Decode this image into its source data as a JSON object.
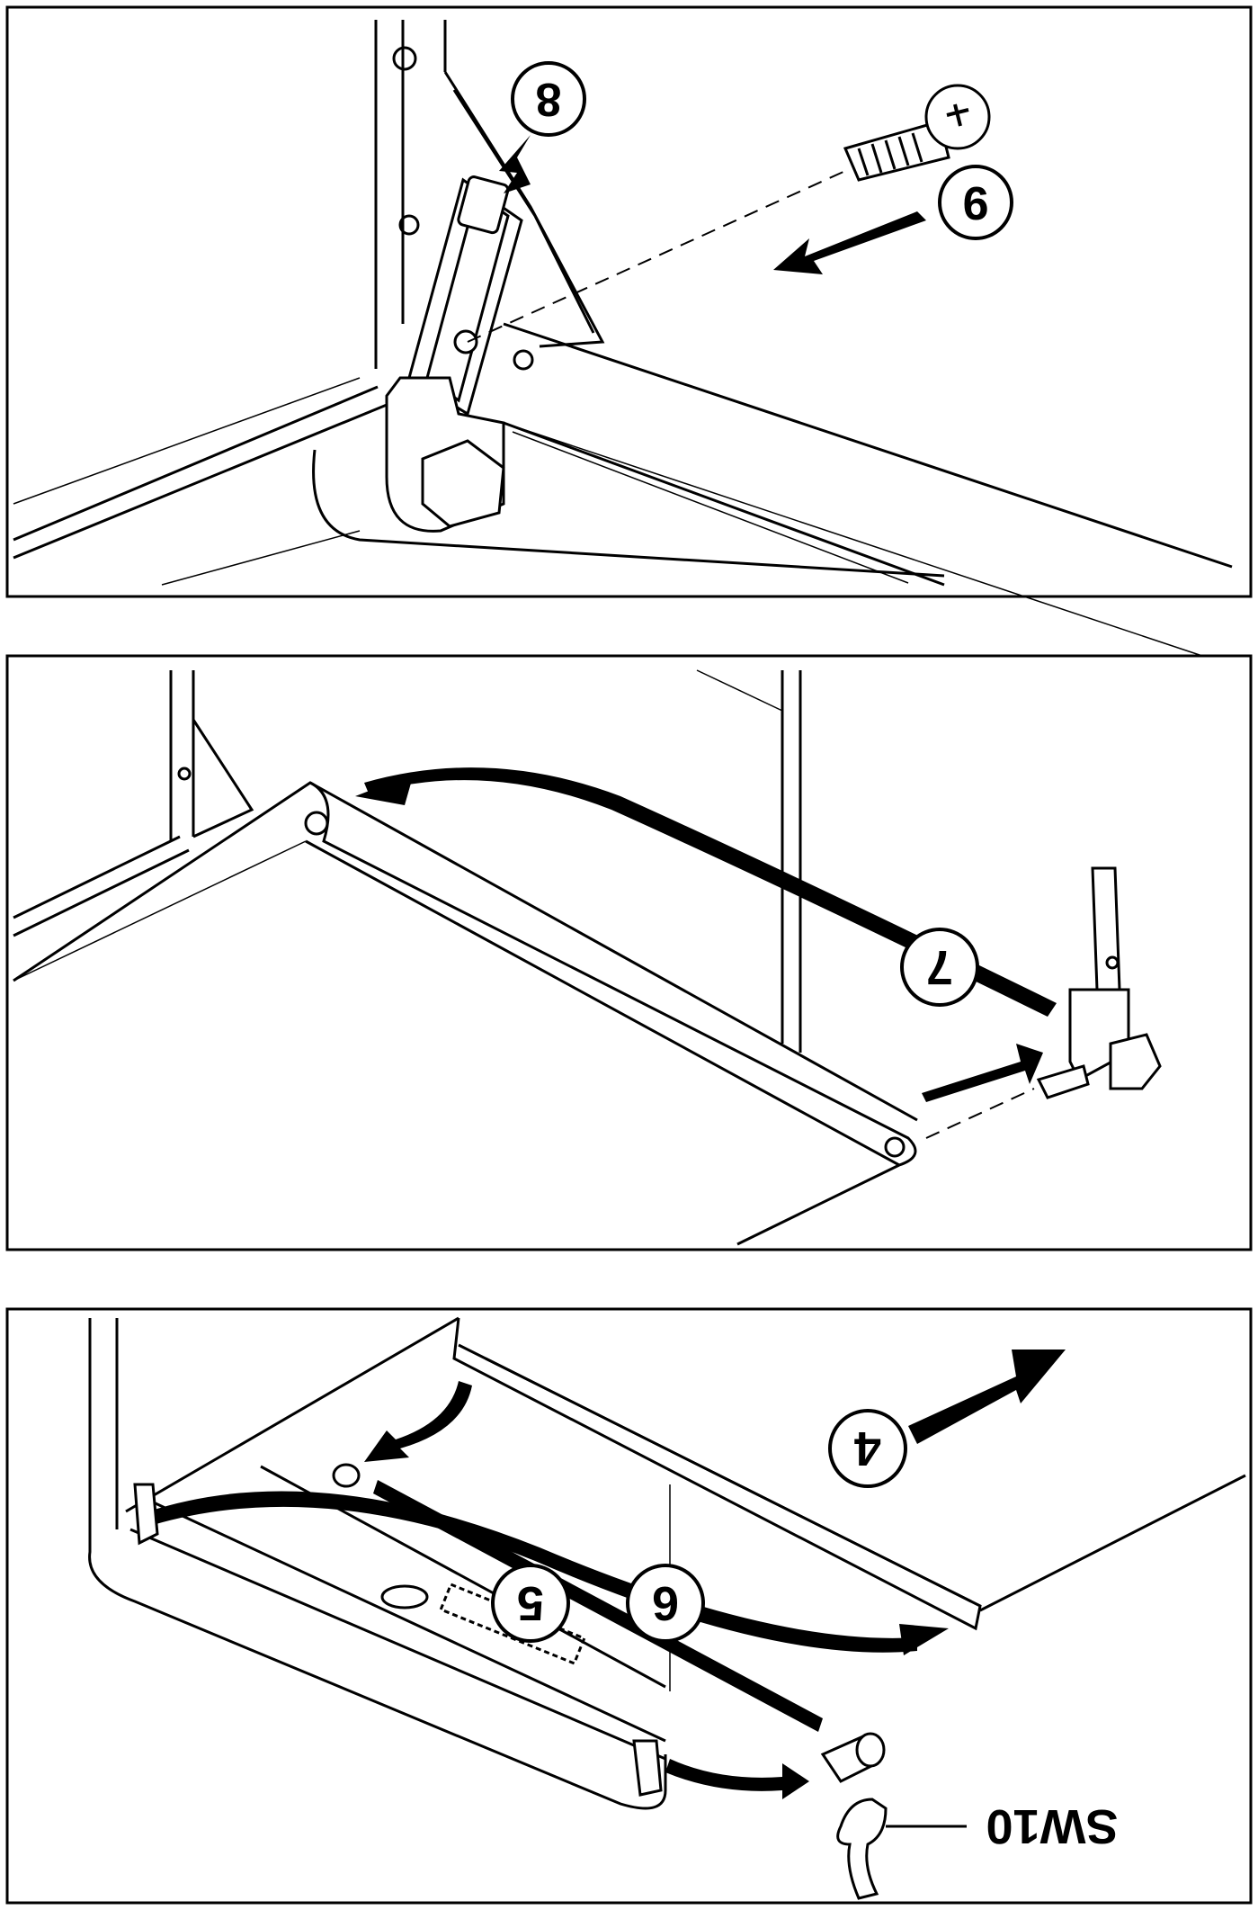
{
  "panels": [
    {
      "id": "panel-1",
      "steps": [
        "8",
        "9"
      ]
    },
    {
      "id": "panel-2",
      "steps": [
        "7"
      ]
    },
    {
      "id": "panel-3",
      "steps": [
        "4",
        "5",
        "6"
      ],
      "tool_label": "SW10"
    }
  ],
  "colors": {
    "ink": "#000000",
    "paper": "#ffffff"
  }
}
